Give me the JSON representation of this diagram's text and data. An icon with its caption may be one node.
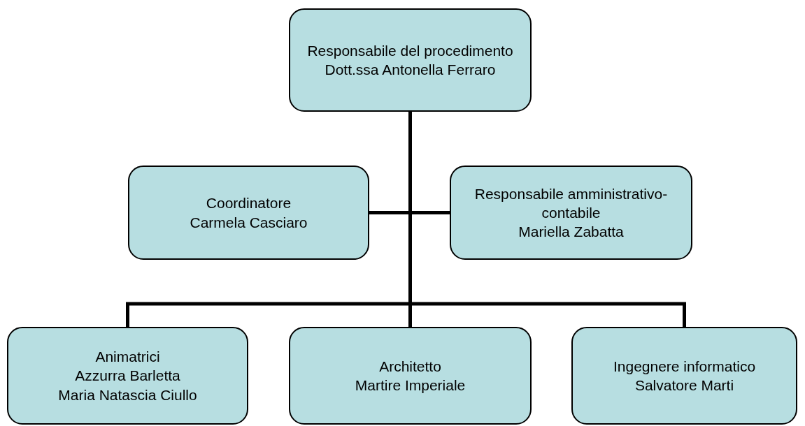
{
  "diagram": {
    "nodes": [
      {
        "text": [
          "Responsabile del procedimento",
          "Dott.ssa Antonella Ferraro"
        ]
      },
      {
        "text": [
          "Coordinatore",
          "Carmela Casciaro"
        ]
      },
      {
        "text": [
          "Responsabile amministrativo- contabile",
          "Mariella Zabatta"
        ]
      },
      {
        "text": [
          "Animatrici",
          "Azzurra Barletta",
          "Maria Natascia Ciullo"
        ]
      },
      {
        "text": [
          "Architetto",
          "Martire Imperiale"
        ]
      },
      {
        "text": [
          "Ingegnere informatico",
          "Salvatore Marti"
        ]
      }
    ],
    "edges": [
      {
        "from": 0,
        "to": 1,
        "arrow": "none"
      },
      {
        "from": 0,
        "to": 2,
        "arrow": "none"
      },
      {
        "from": 0,
        "to": 3,
        "arrow": "none"
      },
      {
        "from": 0,
        "to": 4,
        "arrow": "none"
      },
      {
        "from": 0,
        "to": 5,
        "arrow": "none"
      }
    ]
  }
}
